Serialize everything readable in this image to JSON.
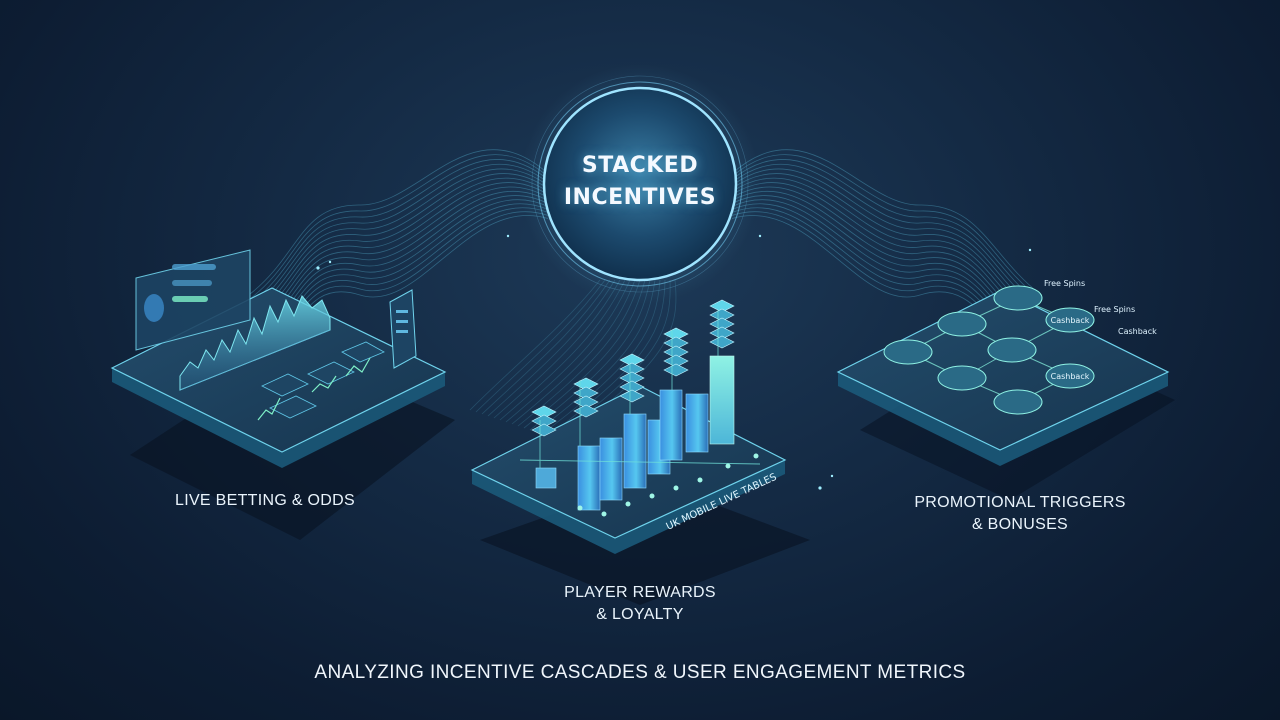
{
  "center": {
    "line1": "STACKED",
    "line2": "INCENTIVES"
  },
  "panels": {
    "live_betting": {
      "label": "LIVE BETTING & ODDS"
    },
    "rewards": {
      "line1": "PLAYER REWARDS",
      "line2": "& LOYALTY",
      "screen_text": "UK MOBILE LIVE TABLES"
    },
    "promotions": {
      "line1": "PROMOTIONAL TRIGGERS",
      "line2": "& BONUSES",
      "tags": {
        "free_spins_1": "Free Spins",
        "free_spins_2": "Free Spins",
        "cashback_side": "Cashback"
      },
      "nodes": {
        "cashback_1": "Cashback",
        "cashback_2": "Cashback"
      }
    }
  },
  "footer": {
    "caption": "ANALYZING INCENTIVE CASCADES & USER ENGAGEMENT METRICS"
  },
  "colors": {
    "background": "#0d1d33",
    "accent": "#5fe3f0",
    "glow": "#8fdcff",
    "panel": "#1a3a55"
  }
}
